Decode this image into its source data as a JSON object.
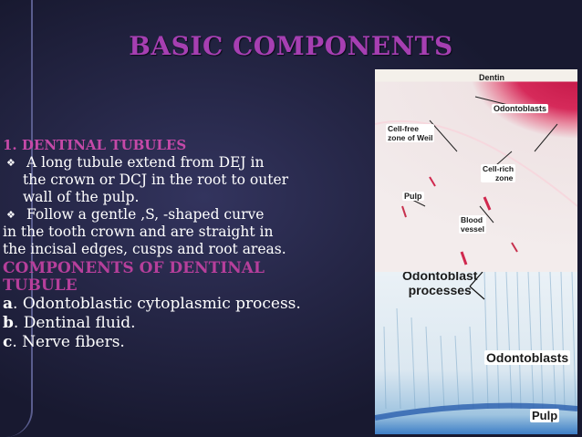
{
  "slide": {
    "title": "BASIC COMPONENTS",
    "section_heading": "1. DENTINAL TUBULES",
    "bullets": [
      {
        "line1": "A long tubule extend from DEJ in",
        "line2": "the crown or DCJ in the root to outer",
        "line3": "wall of the pulp."
      },
      {
        "line1": " Follow a gentle ,S, -shaped curve",
        "line2": "in the tooth crown and are straight in",
        "line3": "the incisal edges, cusps and root areas."
      }
    ],
    "components_heading_line1": "COMPONENTS  OF DENTINAL",
    "components_heading_line2": "TUBULE",
    "components": [
      {
        "letter": "a",
        "text": ". Odontoblastic cytoplasmic process."
      },
      {
        "letter": "b",
        "text": ". Dentinal fluid."
      },
      {
        "letter": "c",
        "text": ".  Nerve fibers."
      }
    ]
  },
  "figure_top": {
    "labels": {
      "dentin": "Dentin",
      "odontoblasts": "Odontoblasts",
      "cell_free_1": "Cell-free",
      "cell_free_2": "zone of Weil",
      "cell_rich_1": "Cell-rich",
      "cell_rich_2": "zone",
      "pulp": "Pulp",
      "blood_1": "Blood",
      "blood_2": "vessel"
    }
  },
  "figure_bottom": {
    "labels": {
      "odontoblast": "Odontoblast",
      "processes": "processes",
      "odontoblasts": "Odontoblasts",
      "pulp": "Pulp"
    }
  },
  "colors": {
    "background": "#252646",
    "title": "#a63fb2",
    "heading": "#c549a8",
    "text": "#ffffff"
  },
  "icons": {
    "bullet": "diamond-bullet-icon"
  }
}
